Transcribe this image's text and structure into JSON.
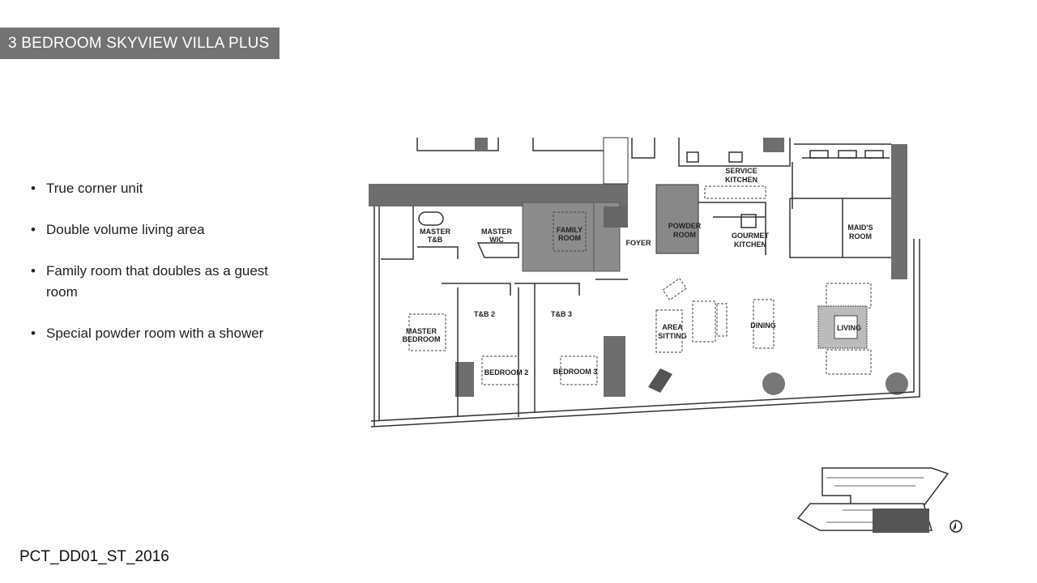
{
  "header": {
    "title": "3 BEDROOM SKYVIEW VILLA PLUS"
  },
  "features": [
    "True corner unit",
    "Double volume living area",
    "Family room that doubles as a guest room",
    "Special powder room with a shower"
  ],
  "floorplan": {
    "labels": {
      "master_tb": [
        "MASTER",
        "T&B"
      ],
      "master_wic": [
        "MASTER",
        "WIC"
      ],
      "family_room": [
        "FAMILY",
        "ROOM"
      ],
      "foyer": "FOYER",
      "powder_room": [
        "POWDER",
        "ROOM"
      ],
      "service_kitchen": [
        "SERVICE",
        "KITCHEN"
      ],
      "gourmet_kitchen": [
        "GOURMET",
        "KITCHEN"
      ],
      "maids_room": [
        "MAID'S",
        "ROOM"
      ],
      "tb2": "T&B 2",
      "tb3": "T&B 3",
      "master_bedroom": [
        "MASTER",
        "BEDROOM"
      ],
      "area_sitting": [
        "AREA",
        "SITTING"
      ],
      "dining": "DINING",
      "living": "LIVING",
      "bedroom2": "BEDROOM 2",
      "bedroom3": "BEDROOM 3"
    }
  },
  "footer": {
    "code": "PCT_DD01_ST_2016"
  },
  "colors": {
    "title_bg": "#737373",
    "wall_dark": "#6e6e6e",
    "family_room_fill": "#8c8c8c"
  }
}
